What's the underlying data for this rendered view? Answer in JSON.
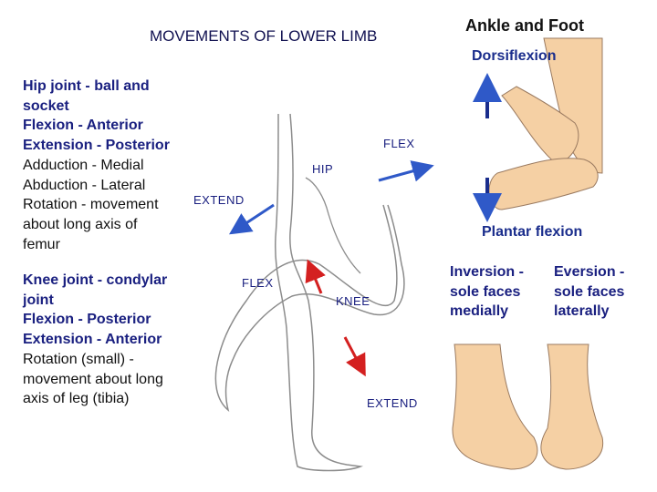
{
  "title": "MOVEMENTS OF LOWER LIMB",
  "ankle_title": "Ankle and Foot",
  "dorsiflexion": "Dorsiflexion",
  "plantar_flexion": "Plantar flexion",
  "hip": {
    "heading": [
      "Hip joint - ball and",
      "socket"
    ],
    "flexion": "Flexion - Anterior",
    "extension": "Extension - Posterior",
    "lines": [
      "Adduction - Medial",
      "Abduction - Lateral",
      "Rotation - movement",
      "about long axis of",
      "femur"
    ]
  },
  "knee": {
    "heading": [
      "Knee joint - condylar",
      "joint"
    ],
    "flexion": "Flexion - Posterior",
    "extension": "Extension - Anterior",
    "lines": [
      "Rotation (small) -",
      "movement about long",
      "axis of leg (tibia)"
    ]
  },
  "labels": {
    "hip_flex": "FLEX",
    "hip": "HIP",
    "hip_extend": "EXTEND",
    "knee_flex": "FLEX",
    "knee": "KNEE",
    "knee_extend": "EXTEND"
  },
  "inversion": [
    "Inversion -",
    "sole faces",
    "medially"
  ],
  "eversion": [
    "Eversion -",
    "sole faces",
    "laterally"
  ],
  "colors": {
    "arrow_blue": "#2f59c8",
    "arrow_red": "#d42020",
    "text_blue": "#1a2080",
    "skin": "#f5d0a4",
    "outline": "#9a7a60"
  }
}
